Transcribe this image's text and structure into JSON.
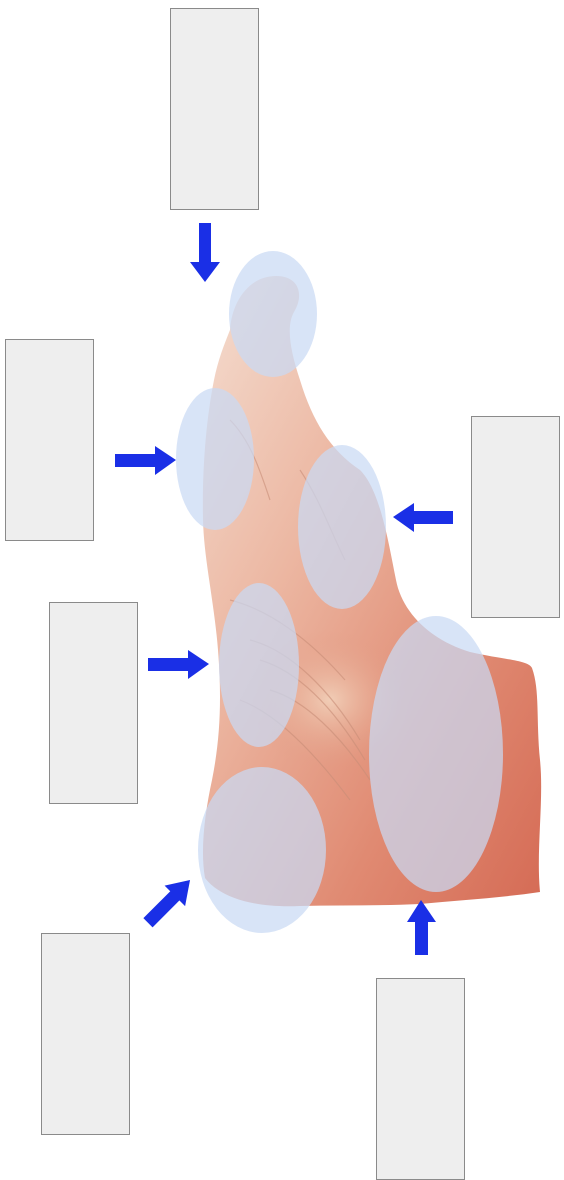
{
  "diagram": {
    "subject": "foot-sole-anatomy",
    "label_boxes": [
      {
        "id": "toe-tip",
        "text": ""
      },
      {
        "id": "ball-inner",
        "text": ""
      },
      {
        "id": "ball-outer",
        "text": ""
      },
      {
        "id": "arch",
        "text": ""
      },
      {
        "id": "heel-inner",
        "text": ""
      },
      {
        "id": "heel-outer",
        "text": ""
      }
    ],
    "colors": {
      "box_fill": "#eeeeee",
      "box_border": "#8a8a8a",
      "arrow": "#1a2fe6",
      "highlight": "#c9d9f4",
      "skin_light": "#f3d6c6",
      "skin_dark": "#dc7a63"
    },
    "icons": [
      "arrow-down-icon",
      "arrow-right-icon",
      "arrow-left-icon",
      "arrow-diagonal-icon",
      "arrow-up-icon"
    ]
  }
}
